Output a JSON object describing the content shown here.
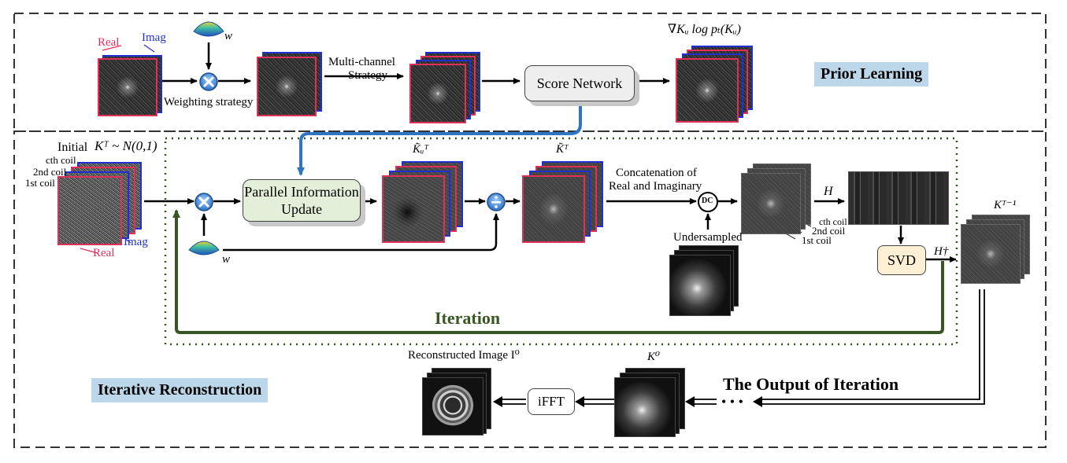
{
  "sections": {
    "prior_learning": "Prior Learning",
    "iterative_reconstruction": "Iterative Reconstruction",
    "iteration": "Iteration",
    "output_of_iteration": "The Output of Iteration"
  },
  "prior": {
    "real": "Real",
    "imag": "Imag",
    "w": "w",
    "weighting_strategy": "Weighting strategy",
    "multichannel_line1": "Multi-channel",
    "multichannel_line2": "Strategy",
    "score_network": "Score Network",
    "gradient_label": "∇Kᵤ log pₜ(Kᵤ)"
  },
  "recon": {
    "initial_prefix": "Initial",
    "initial_formula": "Kᵀ ~ N(0,1)",
    "cth_coil": "cth coil",
    "second_coil": "2nd coil",
    "first_coil": "1st coil",
    "imag": "Imag",
    "real": "Real",
    "w": "w",
    "parallel_line1": "Parallel Information",
    "parallel_line2": "Update",
    "k_tilde_w": "K̃ᵤᵀ",
    "k_tilde": "K̃ᵀ",
    "concat_line1": "Concatenation of",
    "concat_line2": "Real and Imaginary",
    "dc": "DC",
    "undersampled": "Undersampled",
    "h": "H",
    "h_dagger": "H†",
    "svd": "SVD",
    "cth_coil_r": "cth coil",
    "second_coil_r": "2nd coil",
    "first_coil_r": "1st coil",
    "k_t_minus_1": "Kᵀ⁻¹",
    "k0": "K⁰",
    "ifft": "iFFT",
    "reconstructed": "Reconstructed Image I⁰",
    "ellipsis": "• • •"
  },
  "colors": {
    "blue_arrow": "#2e75c4",
    "green_arrow": "#375623",
    "badge_bg": "#bcd6ea",
    "box_score_fill": "#eeeeee",
    "box_parallel_fill": "#e3efd9",
    "box_svd_fill": "#fdf0d5",
    "real_edge": "#e0305a",
    "imag_edge": "#2030d0"
  }
}
